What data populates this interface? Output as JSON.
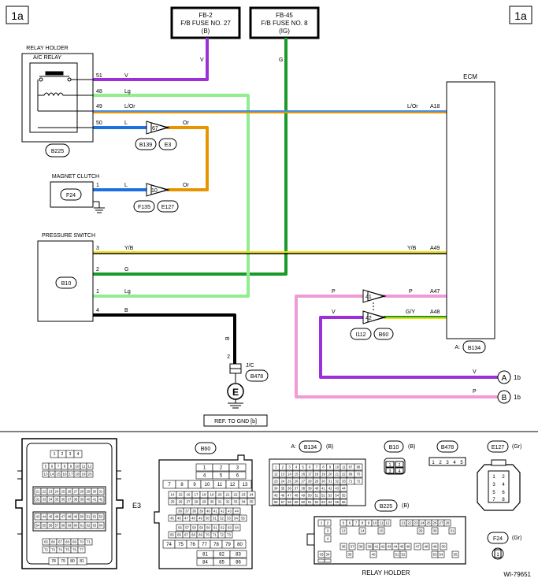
{
  "corners": {
    "tl": "1a",
    "tr": "1a"
  },
  "fuses": [
    {
      "id": "FB-2",
      "line2": "F/B FUSE NO. 27",
      "line3": "(B)"
    },
    {
      "id": "FB-45",
      "line2": "F/B FUSE NO. 8",
      "line3": "(IG)"
    }
  ],
  "relay": {
    "holder": "RELAY HOLDER",
    "name": "A/C RELAY",
    "connector": "B225"
  },
  "magnet": {
    "name": "MAGNET CLUTCH",
    "connector": "F24"
  },
  "pressure": {
    "name": "PRESSURE SWITCH",
    "connector": "B10"
  },
  "ecm": {
    "name": "ECM",
    "connector_prefix": "A:",
    "connector": "B134"
  },
  "jc": {
    "label": "J/C",
    "connector": "B478",
    "ground": "E",
    "ref": "REF. TO GND [b]"
  },
  "wires": {
    "c_51": "51",
    "c_v": "V",
    "c_48": "48",
    "c_lg": "Lg",
    "c_49": "49",
    "c_lor": "L/Or",
    "c_50": "50",
    "c_l": "L",
    "c_or": "Or",
    "c_g": "G",
    "c_1": "1",
    "c_2": "2",
    "c_3": "3",
    "c_4": "4",
    "c_yb": "Y/B",
    "c_b": "B",
    "c_p": "P",
    "c_gy": "G/Y",
    "a18": "A18",
    "a49": "A49",
    "a47": "A47",
    "a48": "A48"
  },
  "jc_pins": {
    "p67": "67",
    "p10": "10",
    "p41": "41",
    "p42": "42"
  },
  "joint_tags": {
    "b139": "B139",
    "e3": "E3",
    "f135": "F135",
    "e127": "E127",
    "i112": "I112",
    "b60": "B60"
  },
  "offpage": [
    {
      "letter": "A",
      "ref": "1b",
      "wire": "V"
    },
    {
      "letter": "B",
      "ref": "1b",
      "wire": "P"
    }
  ],
  "bottom": {
    "e3": "E3",
    "b60": "B60",
    "b134_prefix": "A:",
    "b134": "B134",
    "b134_suffix": "(B)",
    "b10": "B10",
    "b10_suffix": "(B)",
    "b478": "B478",
    "e127": "E127",
    "e127_suffix": "(Gr)",
    "b225": "B225",
    "b225_suffix": "(B)",
    "f24": "F24",
    "f24_suffix": "(Gr)",
    "relay_holder": "RELAY HOLDER",
    "code": "WI-79651"
  },
  "colors": {
    "violet": "#9b30d9",
    "light_green": "#90ee90",
    "blue_orange": "#4a90e2",
    "blue": "#1e6fe0",
    "orange": "#e69500",
    "green": "#1a9a2a",
    "yellow": "#f0e000",
    "pink": "#f09bd8"
  }
}
